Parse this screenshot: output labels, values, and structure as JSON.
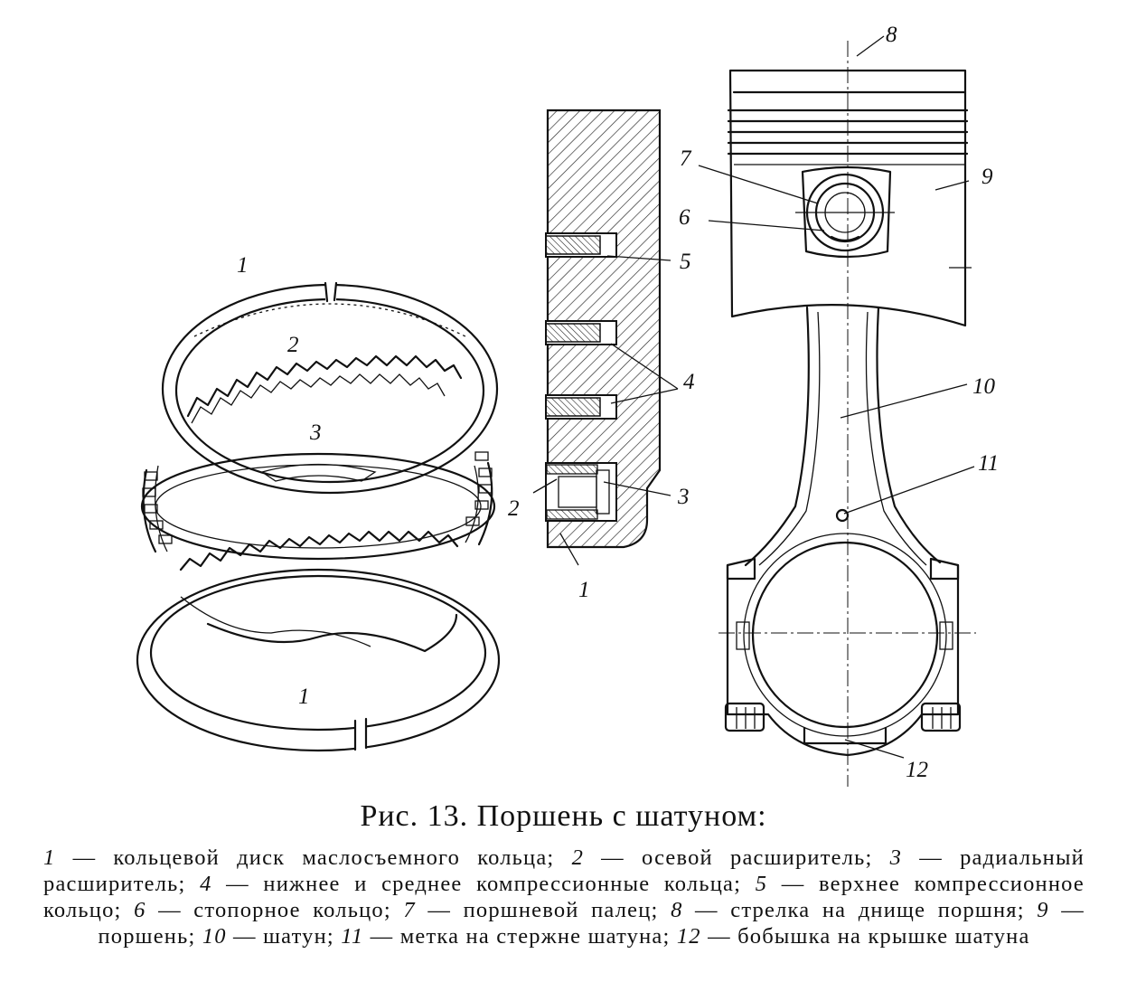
{
  "caption": {
    "title": "Рис. 13. Поршень с шатуном:",
    "items": [
      {
        "num": "1",
        "text": " — кольцевой диск маслосъемного кольца; "
      },
      {
        "num": "2",
        "text": " — осевой расширитель; "
      },
      {
        "num": "3",
        "text": " — радиальный расширитель; "
      },
      {
        "num": "4",
        "text": " — нижнее и среднее компрессионные кольца; "
      },
      {
        "num": "5",
        "text": " — верхнее компрессионное кольцо; "
      },
      {
        "num": "6",
        "text": " — стопорное кольцо; "
      },
      {
        "num": "7",
        "text": " — поршневой палец; "
      },
      {
        "num": "8",
        "text": " — стрелка на днище поршня; "
      },
      {
        "num": "9",
        "text": " — поршень; "
      },
      {
        "num": "10",
        "text": " — шатун; "
      },
      {
        "num": "11",
        "text": " — метка на стержне шатуна; "
      },
      {
        "num": "12",
        "text": " — бобышка на крышке шатуна"
      }
    ]
  },
  "labels": {
    "rings_top_1": "1",
    "rings_2": "2",
    "rings_3": "3",
    "rings_bottom_1": "1",
    "section_5": "5",
    "section_4": "4",
    "section_3": "3",
    "section_2": "2",
    "section_1": "1",
    "rod_8": "8",
    "rod_7": "7",
    "rod_6": "6",
    "rod_9": "9",
    "rod_10": "10",
    "rod_11": "11",
    "rod_12": "12"
  }
}
